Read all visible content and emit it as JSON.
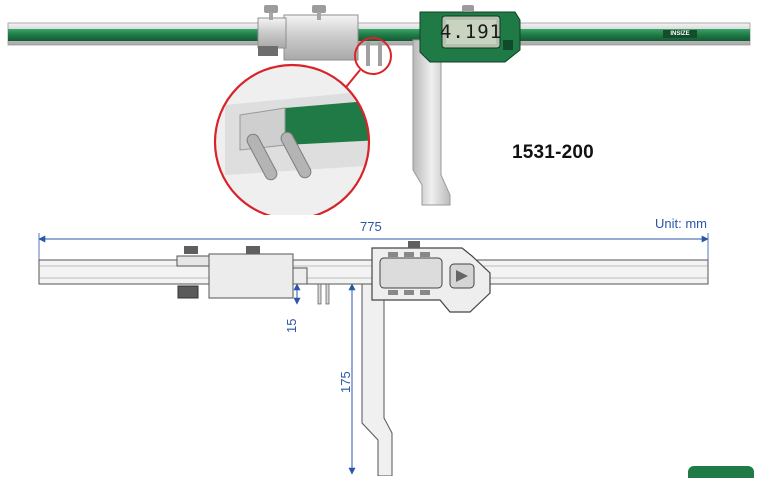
{
  "product": {
    "model_number": "1531-200",
    "display_reading": "4.191",
    "brand": "INSIZE"
  },
  "drawing": {
    "unit_label": "Unit: mm",
    "overall_length": "775",
    "tip_offset": "15",
    "jaw_depth": "175"
  },
  "colors": {
    "beam_green": "#1f7a45",
    "dimension_blue": "#2b56a8",
    "callout_red": "#d8232a"
  }
}
